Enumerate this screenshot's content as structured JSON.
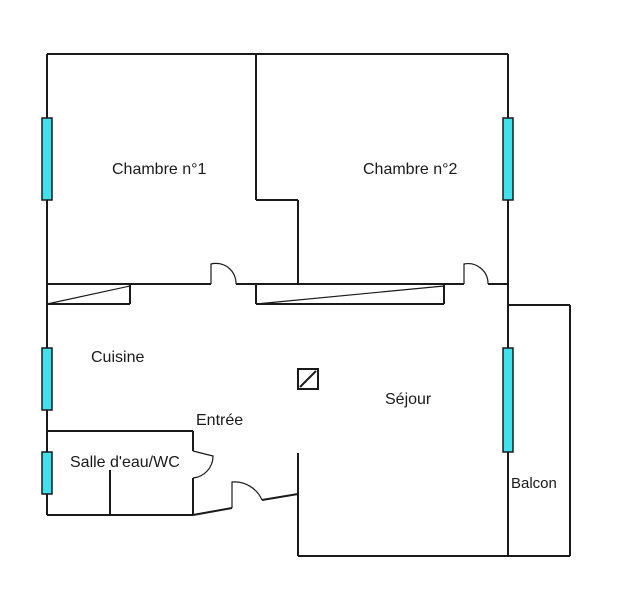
{
  "plan": {
    "rooms": {
      "chambre1": "Chambre n°1",
      "chambre2": "Chambre n°2",
      "cuisine": "Cuisine",
      "entree": "Entrée",
      "sejour": "Séjour",
      "salle_eau": "Salle d'eau/WC",
      "balcon": "Balcon"
    },
    "colors": {
      "wall": "#1a1a1a",
      "window": "#40e0ee",
      "background": "#ffffff"
    }
  }
}
